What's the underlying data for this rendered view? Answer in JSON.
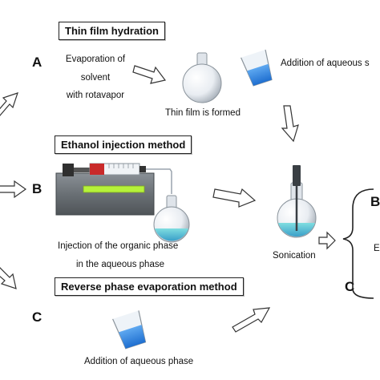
{
  "section_a": {
    "letter": "A",
    "title": "Thin film hydration",
    "evap_line1": "Evaporation of",
    "evap_line2": "solvent",
    "evap_line3": "with rotavapor",
    "thin_film": "Thin film is formed",
    "aqueous": "Addition of aqueous s"
  },
  "section_b": {
    "letter": "B",
    "title": "Ethanol injection method",
    "injection_line1": "Injection of the organic phase",
    "injection_line2": "in the aqueous phase"
  },
  "section_c": {
    "letter": "C",
    "title": "Reverse phase evaporation method",
    "aqueous": "Addition of aqueous phase"
  },
  "sonication": {
    "label": "Sonication"
  },
  "right_side": {
    "letter_b": "B",
    "letter_c": "C",
    "partial_e": "E"
  },
  "colors": {
    "liquid": "#3d8ee0",
    "liquid_light": "#6fd0d8",
    "screen": "#b6f23a",
    "pump": "#6e7478"
  }
}
